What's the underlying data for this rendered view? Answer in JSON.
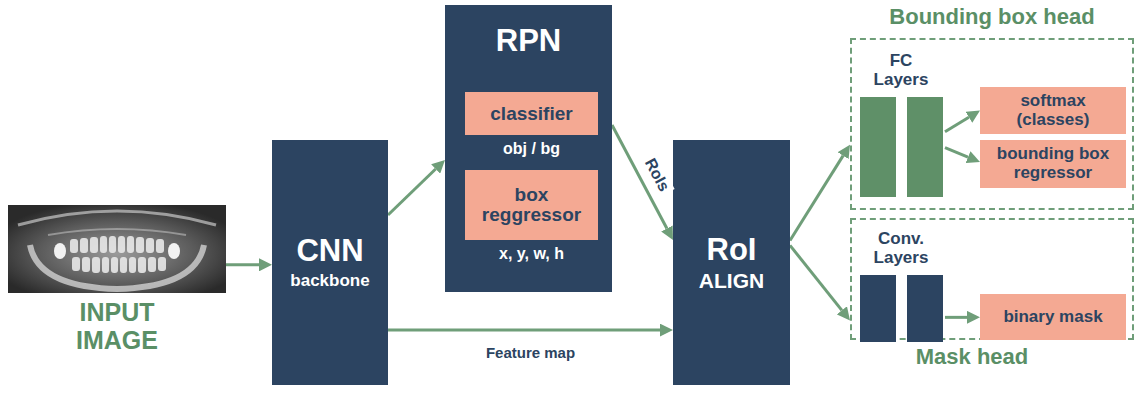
{
  "diagram": {
    "nodes": [
      {
        "text": [
          "INPUT IMAGE"
        ]
      },
      {
        "text": [
          "CNN",
          "backbone"
        ]
      },
      {
        "text": [
          "RPN"
        ]
      },
      {
        "text": [
          "classifier",
          "obj / bg"
        ],
        "in": 2
      },
      {
        "text": [
          "box reggressor",
          "x, y, w, h"
        ],
        "in": 2
      },
      {
        "text": [
          "RoI",
          "ALIGN"
        ]
      },
      {
        "text": [
          "Bounding box head"
        ]
      },
      {
        "text": [
          "FC Layers"
        ],
        "in": 6
      },
      {
        "text": [
          "softmax (classes)"
        ],
        "in": 6
      },
      {
        "text": [
          "bounding box regressor"
        ],
        "in": 6
      },
      {
        "text": [
          "Mask head"
        ]
      },
      {
        "text": [
          "Conv. Layers"
        ],
        "in": 10
      },
      {
        "text": [
          "binary mask"
        ],
        "in": 10
      }
    ],
    "edges": [
      {
        "from": 0,
        "to": 1,
        "arrow": "to"
      },
      {
        "from": 1,
        "to": 2,
        "arrow": "to"
      },
      {
        "from": 2,
        "to": 5,
        "label": "RoIs",
        "arrow": "to"
      },
      {
        "from": 1,
        "to": 5,
        "label": "Feature map",
        "arrow": "to"
      },
      {
        "from": 5,
        "to": 6,
        "arrow": "to"
      },
      {
        "from": 5,
        "to": 10,
        "arrow": "to"
      },
      {
        "from": 7,
        "to": 8,
        "arrow": "to"
      },
      {
        "from": 7,
        "to": 9,
        "arrow": "to"
      },
      {
        "from": 11,
        "to": 12,
        "arrow": "to"
      }
    ]
  }
}
